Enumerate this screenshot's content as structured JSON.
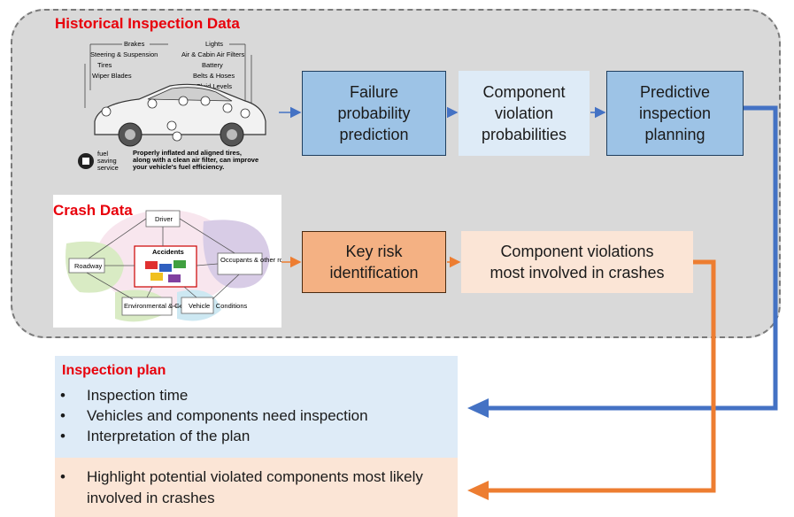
{
  "regions": {
    "historical_title": "Historical Inspection Data",
    "crash_title": "Crash Data"
  },
  "car_image": {
    "labels_left": [
      "Brakes",
      "Steering & Suspension",
      "Tires",
      "Wiper Blades"
    ],
    "labels_right": [
      "Lights",
      "Air & Cabin Air Filters",
      "Battery",
      "Belts & Hoses",
      "Fluid Levels"
    ],
    "badge_line1": "fuel",
    "badge_line2": "saving",
    "badge_line3": "service",
    "caption_line1": "Properly inflated and aligned tires,",
    "caption_line2": "along with a clean air filter, can improve",
    "caption_line3": "your vehicle's fuel efficiency."
  },
  "crash_image": {
    "center": "Accidents",
    "driver": "Driver",
    "roadway": "Roadway",
    "occupants": "Occupants & other road users",
    "environment": "Environmental & Geographical Conditions",
    "vehicle": "Vehicle"
  },
  "process": {
    "failure_box": "Failure\nprobability\nprediction",
    "component_prob": "Component\nviolation\nprobabilities",
    "predictive_box": "Predictive\ninspection\nplanning",
    "key_risk_box": "Key risk\nidentification",
    "component_crash": "Component violations\nmost involved in crashes"
  },
  "inspection_plan": {
    "title": "Inspection plan",
    "items": [
      "Inspection time",
      "Vehicles and components need inspection",
      "Interpretation of the plan"
    ]
  },
  "crash_highlight": {
    "items": [
      "Highlight potential violated components most likely involved in crashes"
    ]
  },
  "colors": {
    "blue_arrow": "#4472c4",
    "orange_arrow": "#ed7d31",
    "title_red": "#e8000b"
  }
}
